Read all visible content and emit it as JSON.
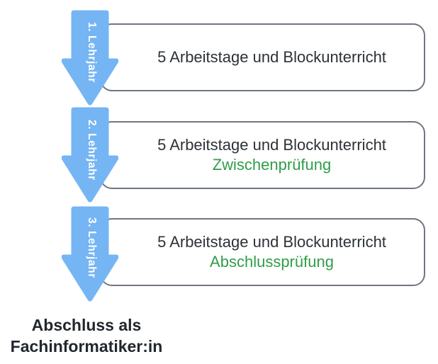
{
  "diagram": {
    "title_semantic": "Apprenticeship timeline flow",
    "stages": [
      {
        "arrow_label": "1. Lehrjahr",
        "line1": "5 Arbeitstage und Blockunterricht"
      },
      {
        "arrow_label": "2. Lehrjahr",
        "line1": "5 Arbeitstage und Blockunterricht",
        "line2": "Zwischenprüfung"
      },
      {
        "arrow_label": "3. Lehrjahr",
        "line1": "5 Arbeitstage und Blockunterricht",
        "line2": "Abschlussprüfung"
      }
    ],
    "outcome": {
      "line1": "Abschluss als",
      "line2": "Fachinformatiker:in"
    },
    "colors": {
      "arrow_blue": "#75b5f4",
      "box_border": "#6e7680",
      "box_text": "#2d3237",
      "highlight_green": "#2f9e48",
      "outcome_text": "#22272e",
      "arrow_label_text": "#ffffff",
      "background": "#ffffff"
    }
  }
}
